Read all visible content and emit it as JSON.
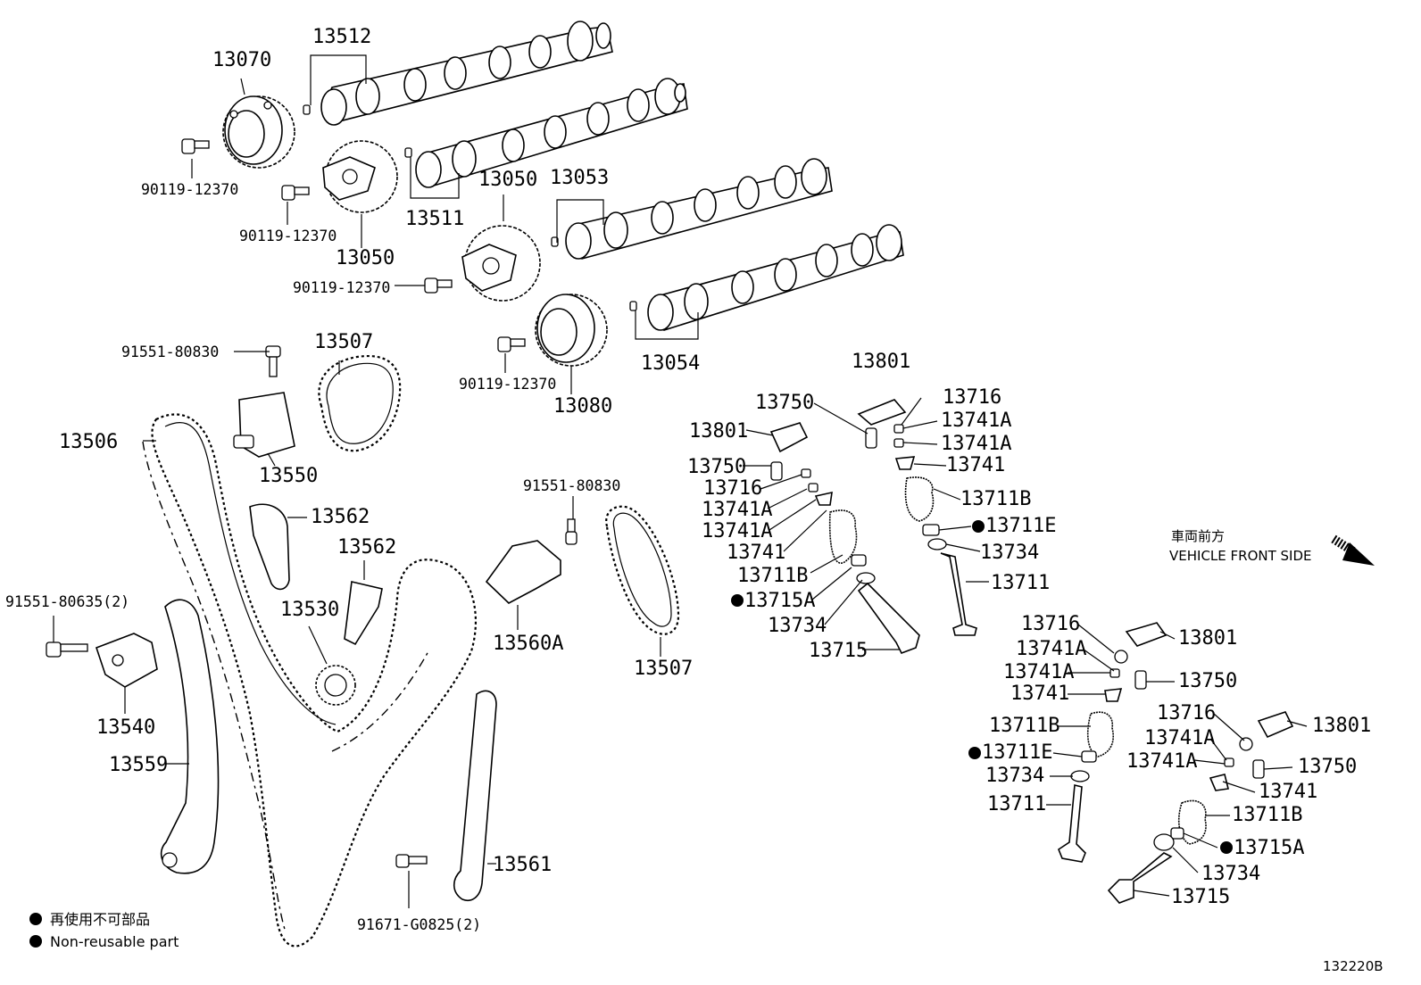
{
  "parts": {
    "p13070": "13070",
    "p13512": "13512",
    "p90119_a": "90119-12370",
    "p90119_b": "90119-12370",
    "p90119_c": "90119-12370",
    "p90119_d": "90119-12370",
    "p13511": "13511",
    "p13050_a": "13050",
    "p13050_b": "13050",
    "p13053": "13053",
    "p13080": "13080",
    "p13054": "13054",
    "p91551_80830_a": "91551-80830",
    "p91551_80830_b": "91551-80830",
    "p13507_a": "13507",
    "p13507_b": "13507",
    "p13506": "13506",
    "p13550": "13550",
    "p13562_a": "13562",
    "p13562_b": "13562",
    "p13530": "13530",
    "p91551_80635": "91551-80635(2)",
    "p13540": "13540",
    "p13559": "13559",
    "p13560A": "13560A",
    "p13561": "13561",
    "p91671": "91671-G0825(2)",
    "v_l": {
      "r13801": "13801",
      "r13750": "13750",
      "r13716": "13716",
      "r13741A_1": "13741A",
      "r13741A_2": "13741A",
      "r13741": "13741",
      "r13711B": "13711B",
      "r13715A": "13715A",
      "r13734": "13734",
      "r13715": "13715"
    },
    "v_u": {
      "r13801": "13801",
      "r13750": "13750",
      "r13716": "13716",
      "r13741A_1": "13741A",
      "r13741A_2": "13741A",
      "r13741": "13741",
      "r13711B": "13711B",
      "r13711E": "13711E",
      "r13734": "13734",
      "r13711": "13711"
    },
    "v_r1": {
      "r13716": "13716",
      "r13801": "13801",
      "r13741A_1": "13741A",
      "r13741A_2": "13741A",
      "r13750": "13750",
      "r13741": "13741",
      "r13711B": "13711B",
      "r13711E": "13711E",
      "r13734": "13734",
      "r13711": "13711"
    },
    "v_r2": {
      "r13716": "13716",
      "r13801": "13801",
      "r13741A_1": "13741A",
      "r13741A_2": "13741A",
      "r13750": "13750",
      "r13741": "13741",
      "r13711B": "13711B",
      "r13715A": "13715A",
      "r13734": "13734",
      "r13715": "13715"
    }
  },
  "direction": {
    "jp": "車両前方",
    "en": "VEHICLE FRONT SIDE"
  },
  "legend": {
    "jp": "再使用不可部品",
    "en": "Non-reusable part"
  },
  "figure_id": "132220B"
}
